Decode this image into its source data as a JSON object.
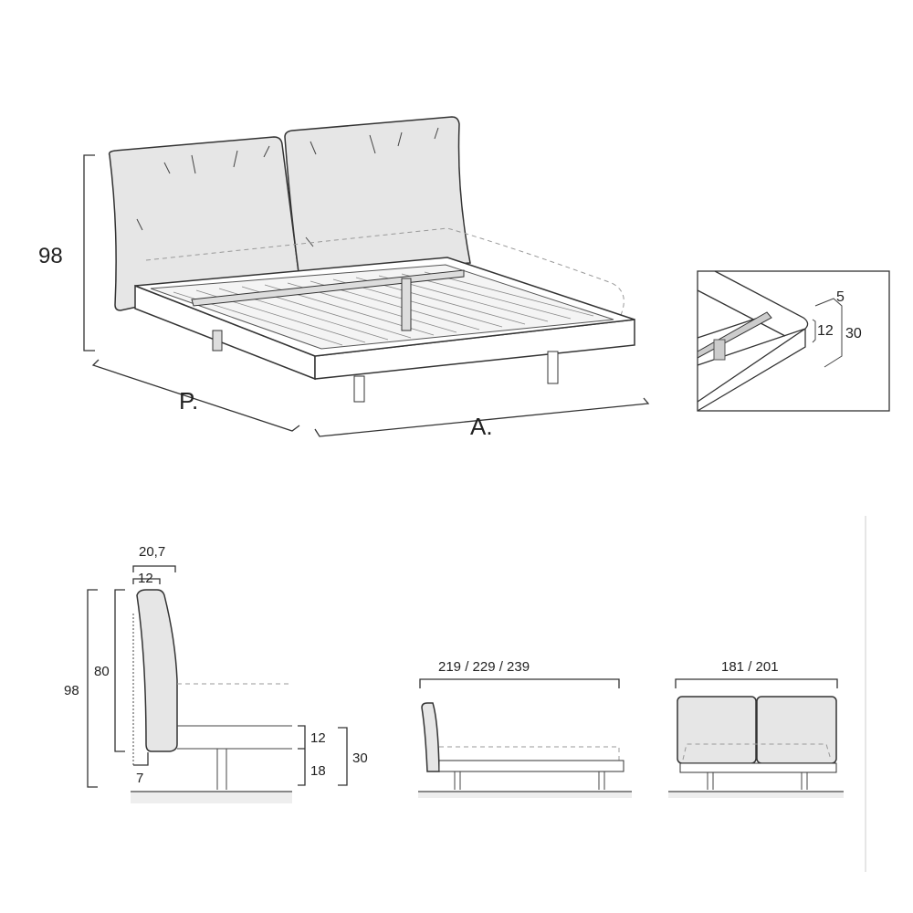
{
  "perspective": {
    "height": "98",
    "depth_label": "P.",
    "width_label": "A."
  },
  "detail": {
    "top": "5",
    "frame": "12",
    "total": "30"
  },
  "side": {
    "depth_total": "20,7",
    "depth_pad": "12",
    "height_total": "98",
    "height_pad": "80",
    "offset": "7",
    "frame": "12",
    "leg": "18",
    "bed_height": "30"
  },
  "length_view": {
    "label": "219 / 229 / 239"
  },
  "width_view": {
    "label": "181 / 201"
  }
}
